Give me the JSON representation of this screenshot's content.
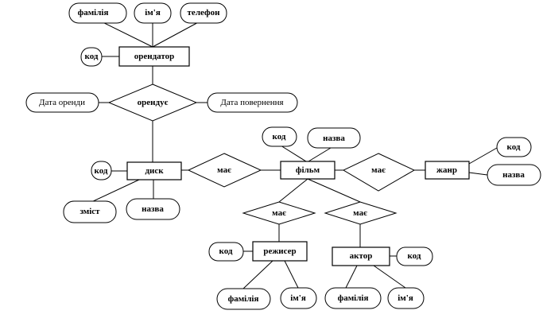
{
  "entities": {
    "renter": "орендатор",
    "disk": "диск",
    "film": "фільм",
    "genre": "жанр",
    "director": "режисер",
    "actor": "актор"
  },
  "relationships": {
    "rents": "орендує",
    "disk_has": "має",
    "film_has_genre": "має",
    "film_has_director": "має",
    "film_has_actor": "має"
  },
  "attributes": {
    "renter_surname": "фамілія",
    "renter_name": "ім'я",
    "renter_phone": "телефон",
    "renter_code": "код",
    "rent_date": "Дата оренди",
    "return_date": "Дата повернення",
    "disk_code": "код",
    "disk_content": "зміст",
    "disk_title": "назва",
    "film_code": "код",
    "film_title": "назва",
    "genre_code": "код",
    "genre_title": "назва",
    "director_code": "код",
    "director_surname": "фамілія",
    "director_name": "ім'я",
    "actor_code": "код",
    "actor_surname": "фамілія",
    "actor_name": "ім'я"
  }
}
